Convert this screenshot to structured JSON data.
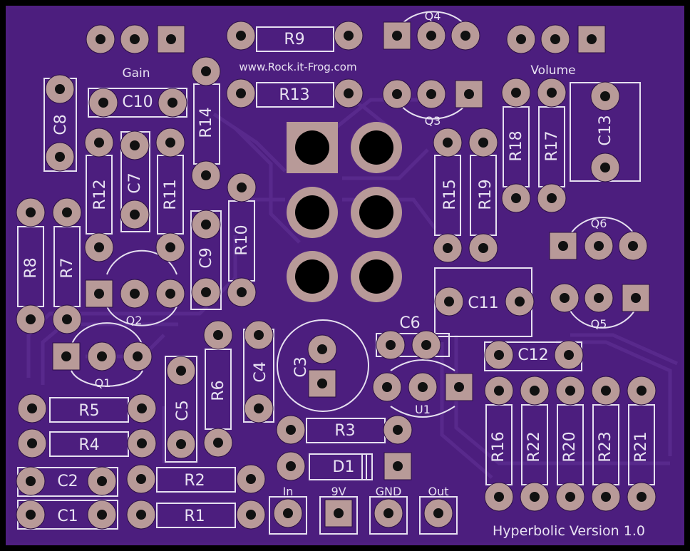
{
  "board": {
    "pad_color": "#b89a98",
    "hole_color": "#111111",
    "board_color": "#4e1f80",
    "silk_color": "#e6e0f0",
    "website": "www.Rock.it-Frog.com",
    "footer": "Hyperbolic Version 1.0"
  },
  "labels": {
    "gain": "Gain",
    "volume": "Volume",
    "r1": "R1",
    "r2": "R2",
    "r3": "R3",
    "r4": "R4",
    "r5": "R5",
    "r6": "R6",
    "r7": "R7",
    "r8": "R8",
    "r9": "R9",
    "r10": "R10",
    "r11": "R11",
    "r12": "R12",
    "r13": "R13",
    "r14": "R14",
    "r15": "R15",
    "r16": "R16",
    "r17": "R17",
    "r18": "R18",
    "r19": "R19",
    "r20": "R20",
    "r21": "R21",
    "r22": "R22",
    "r23": "R23",
    "c1": "C1",
    "c2": "C2",
    "c3": "C3",
    "c4": "C4",
    "c5": "C5",
    "c6": "C6",
    "c7": "C7",
    "c8": "C8",
    "c9": "C9",
    "c10": "C10",
    "c11": "C11",
    "c12": "C12",
    "c13": "C13",
    "q1": "Q1",
    "q2": "Q2",
    "q3": "Q3",
    "q4": "Q4",
    "q5": "Q5",
    "q6": "Q6",
    "u1": "U1",
    "d1": "D1",
    "in": "In",
    "v9": "9V",
    "gnd": "GND",
    "out": "Out"
  }
}
